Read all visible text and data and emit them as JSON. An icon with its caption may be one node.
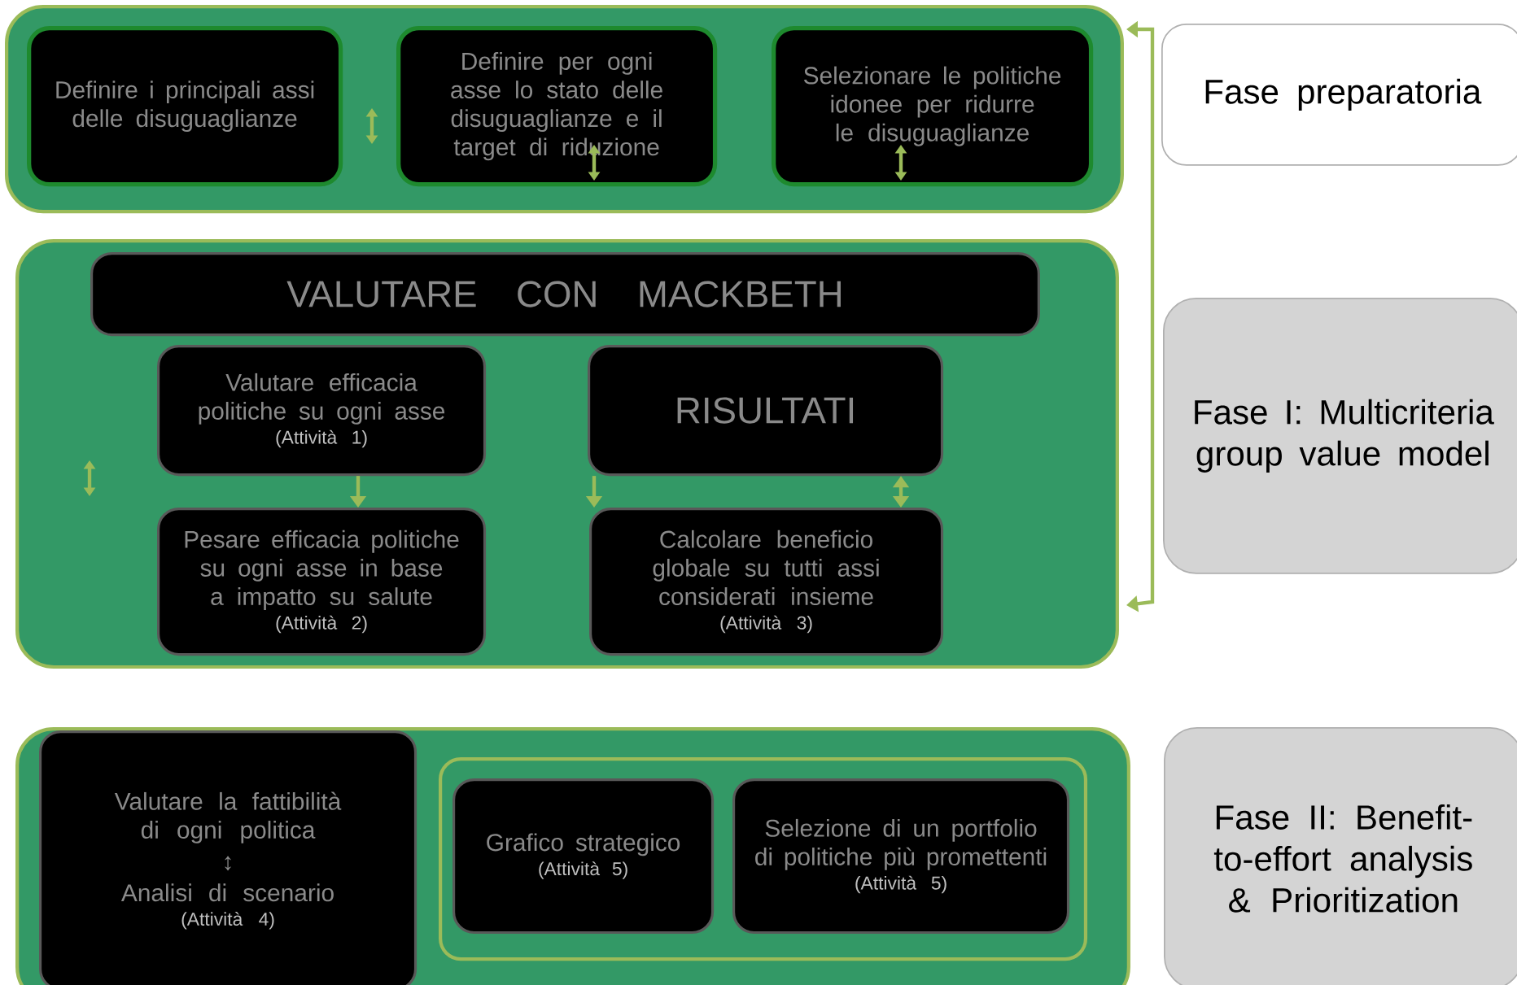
{
  "diagram": {
    "nodes": [
      {
        "text": [],
        "shape": "box"
      },
      {
        "text": [
          "Definire i principali assi delle disuguaglianze"
        ],
        "in": 0
      },
      {
        "text": [
          "Definire per ogni asse lo stato delle disuguaglianze e il target di riduzione"
        ],
        "in": 0
      },
      {
        "text": [
          "Selezionare le politiche idonee per ridurre le disuguaglianze"
        ],
        "in": 0
      },
      {
        "text": [],
        "shape": "box"
      },
      {
        "text": [
          "VALUTARE CON MACKBETH"
        ],
        "in": 4
      },
      {
        "text": [
          "Valutare efficacia politiche su ogni asse",
          "(Attività 1)"
        ],
        "in": 4
      },
      {
        "text": [
          "RISULTATI"
        ],
        "in": 4
      },
      {
        "text": [
          "Pesare efficacia politiche su ogni asse  in base a impatto su salute",
          "(Attività 2)"
        ],
        "in": 4
      },
      {
        "text": [
          "Calcolare beneficio globale su tutti assi considerati insieme",
          "(Attività 3)"
        ],
        "in": 4
      },
      {
        "text": [],
        "shape": "box"
      },
      {
        "text": [
          "Valutare la fattibilità di ogni politica",
          "↕",
          "Analisi di scenario",
          "(Attività 4)"
        ],
        "in": 10
      },
      {
        "text": [],
        "shape": "box",
        "in": 10
      },
      {
        "text": [
          "Grafico strategico",
          "(Attività 5)"
        ],
        "in": 12
      },
      {
        "text": [
          "Selezione di un portfolio di politiche più promettenti",
          "(Attività 5)"
        ],
        "in": 12
      },
      {
        "text": [
          "Fase preparatoria"
        ]
      },
      {
        "text": [
          "Fase I: Multicriteria group value model"
        ]
      },
      {
        "text": [
          "Fase II: Benefit-to-effort analysis & Prioritization"
        ]
      }
    ],
    "edges": [
      {
        "from": 0,
        "to": 4,
        "arrow": "both"
      },
      {
        "from": 6,
        "to": 8,
        "arrow": "to"
      },
      {
        "from": 7,
        "to": 9,
        "arrow": "both"
      },
      {
        "from": 7,
        "to": 9,
        "arrow": "to"
      }
    ]
  }
}
